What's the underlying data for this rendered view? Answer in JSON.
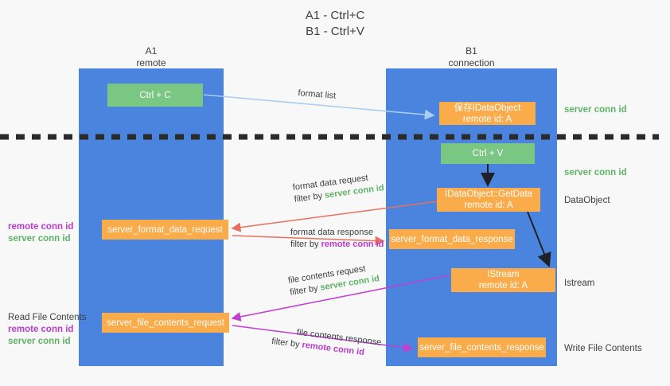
{
  "title": {
    "line1": "A1 - Ctrl+C",
    "line2": "B1 - Ctrl+V"
  },
  "columns": [
    {
      "name": "A1",
      "sub": "remote"
    },
    {
      "name": "B1",
      "sub": "connection"
    }
  ],
  "nodes": {
    "ctrl_c": {
      "label": "Ctrl + C",
      "color": "#7ac784"
    },
    "ctrl_v": {
      "label": "Ctrl + V",
      "color": "#7ac784"
    },
    "save_idataobject": {
      "line1": "保存IDataObject",
      "line2": "remote id: A",
      "color": "#faab4a"
    },
    "getdata": {
      "line1": "IDataObject::GetData",
      "line2": "remote id: A",
      "color": "#faab4a"
    },
    "istream": {
      "line1": "IStream",
      "line2": "remote id: A",
      "color": "#faab4a"
    },
    "server_format_data_request": {
      "label": "server_format_data_request",
      "color": "#faab4a"
    },
    "server_format_data_response": {
      "label": "server_format_data_response",
      "color": "#faab4a"
    },
    "server_file_contents_request": {
      "label": "server_file_contents_request",
      "color": "#faab4a"
    },
    "server_file_contents_response": {
      "label": "server_file_contents_response",
      "color": "#faab4a"
    }
  },
  "edges": {
    "format_list": {
      "caption": "format list"
    },
    "format_data_request": {
      "line1": "format data request",
      "filter_prefix": "filter by ",
      "filter_key": "server conn id"
    },
    "format_data_response": {
      "line1": "format data response",
      "filter_prefix": "filter by ",
      "filter_key": "remote conn id"
    },
    "file_contents_request": {
      "line1": "file contents request",
      "filter_prefix": "filter by ",
      "filter_key": "server conn id"
    },
    "file_contents_response": {
      "line1": "file contents response",
      "filter_prefix": "filter by ",
      "filter_key": "remote conn id"
    }
  },
  "right_labels": {
    "server_conn_id_top": "server conn id",
    "server_conn_id_mid": "server conn id",
    "dataobject": "DataObject",
    "istream": "Istream",
    "write_file_contents": "Write File Contents"
  },
  "left_labels": {
    "remote_conn_id_a": "remote conn id",
    "server_conn_id_a": "server conn id",
    "read_file_contents": "Read File Contents",
    "remote_conn_id_b": "remote conn id",
    "server_conn_id_b": "server conn id"
  },
  "colors": {
    "lane": "#4a84de",
    "green_box": "#7ac784",
    "orange_box": "#faab4a",
    "green_text": "#5fb367",
    "purple_text": "#b83cc8",
    "arrow_blue": "#a8cdf0",
    "arrow_red": "#e8705f",
    "arrow_magenta": "#c23fd0",
    "arrow_black": "#202124",
    "divider": "#2b2b2b",
    "background": "#f8f8f8"
  }
}
